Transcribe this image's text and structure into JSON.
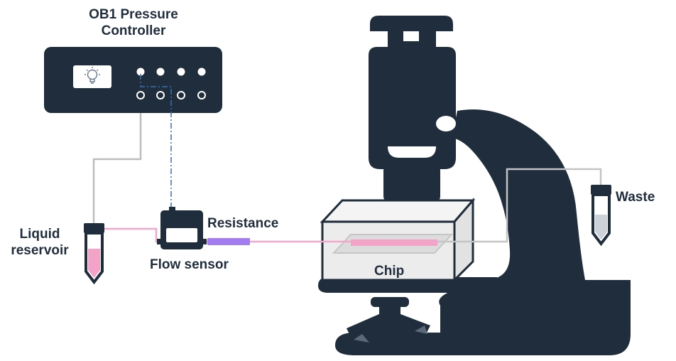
{
  "labels": {
    "controller_line1": "OB1 Pressure",
    "controller_line2": "Controller",
    "reservoir_line1": "Liquid",
    "reservoir_line2": "reservoir",
    "flow_sensor": "Flow sensor",
    "resistance": "Resistance",
    "chip": "Chip",
    "waste": "Waste"
  },
  "colors": {
    "navy": "#1f2d3d",
    "pink_fluid": "#f4a3c8",
    "pink_line": "#f2a8cc",
    "purple_resistance": "#a27cf0",
    "tubing_gray": "#bfbfbf",
    "chip_box": "#eeeeee",
    "waste_fluid": "#cdd2d8"
  },
  "icons": [
    "lightbulb-icon",
    "microscope-icon",
    "test-tube-icon"
  ]
}
